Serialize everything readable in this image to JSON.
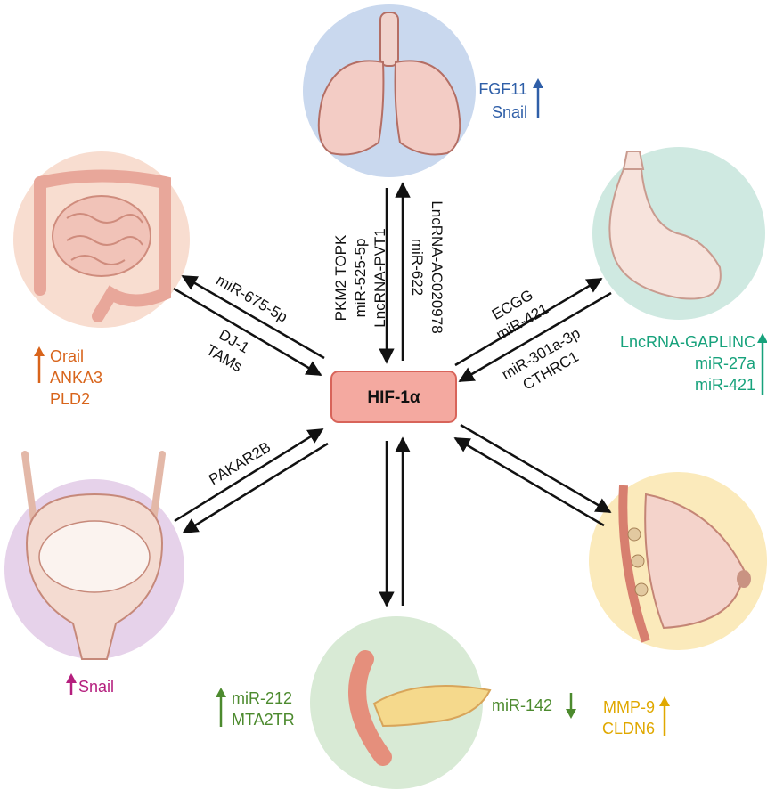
{
  "center": {
    "label": "HIF-1α"
  },
  "colors": {
    "lung": "#2f5fa8",
    "colon": "#d8641b",
    "stomach": "#17a27c",
    "bladder": "#b51f7e",
    "pancreas": "#4c8a2e",
    "breast": "#e0a800"
  },
  "organs": {
    "lung": {
      "icon": "lung-icon",
      "markers": [
        "FGF11",
        "Snail"
      ],
      "direction": "up"
    },
    "colon": {
      "icon": "intestine-icon",
      "markers": [
        "Orail",
        "ANKA3",
        "PLD2"
      ],
      "direction": "up"
    },
    "stomach": {
      "icon": "stomach-icon",
      "markers": [
        "LncRNA-GAPLINC",
        "miR-27a",
        "miR-421"
      ],
      "direction": "up"
    },
    "bladder": {
      "icon": "bladder-icon",
      "markers": [
        "Snail"
      ],
      "direction": "up"
    },
    "pancreas": {
      "icon": "pancreas-icon",
      "markers_left": [
        "miR-212",
        "MTA2TR"
      ],
      "markers_right": [
        "miR-142"
      ],
      "direction_left": "up",
      "direction_right": "down"
    },
    "breast": {
      "icon": "breast-icon",
      "markers": [
        "MMP-9",
        "CLDN6"
      ],
      "direction": "up"
    }
  },
  "regulators": {
    "lung_to_hif": [
      "PKM2 TOPK",
      "miR-525-5p",
      "LncRNA-PVT1"
    ],
    "hif_to_lung": [
      "LncRNA-AC020978",
      "miR-622"
    ],
    "colon_to_hif_top": "miR-675-5p",
    "colon_to_hif_bottom": [
      "DJ-1",
      "TAMs"
    ],
    "stomach_top": [
      "ECGG",
      "miR-421"
    ],
    "stomach_bottom": [
      "miR-301a-3p",
      "CTHRC1"
    ],
    "bladder": "PAKAR2B"
  }
}
